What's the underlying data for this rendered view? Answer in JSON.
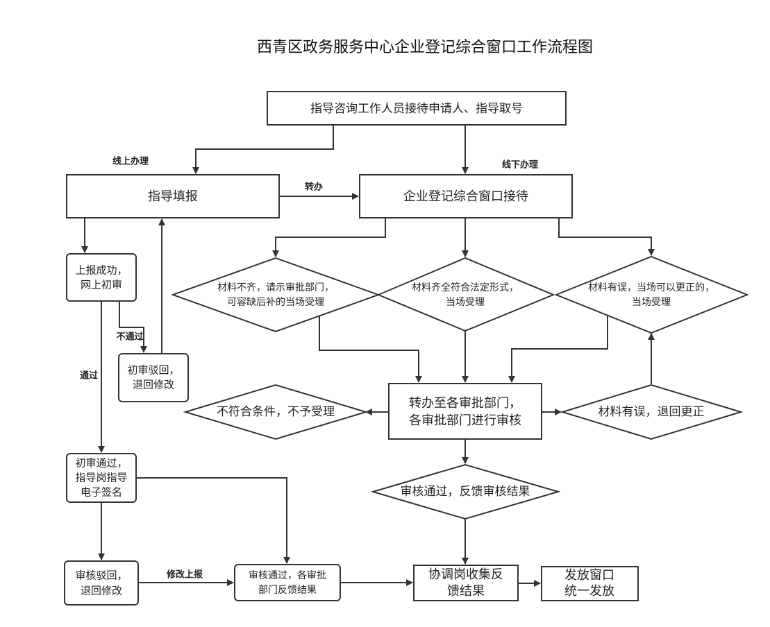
{
  "title": "西青区政务服务中心企业登记综合窗口工作流程图",
  "nodes": {
    "start": "指导咨询工作人员接待申请人、指导取号",
    "fill": "指导填报",
    "reception": "企业登记综合窗口接待",
    "online_ok": [
      "上报成功，",
      "网上初审"
    ],
    "reject1": [
      "初审驳回，",
      "退回修改"
    ],
    "d_missing": [
      "材料不齐，请示审批部门，",
      "可容缺后补的当场受理"
    ],
    "d_complete": [
      "材料齐全符合法定形式，",
      "当场受理"
    ],
    "d_error": [
      "材料有误，当场可以更正的，",
      "当场受理"
    ],
    "transfer": [
      "转办至各审批部门，",
      "各审批部门进行审核"
    ],
    "d_notqual": "不符合条件，不予受理",
    "d_return": "材料有误，退回更正",
    "d_pass": "审核通过，反馈审核结果",
    "initial_pass": [
      "初审通过，",
      "指导岗指导",
      "电子签名"
    ],
    "reject2": [
      "审核驳回，",
      "退回修改"
    ],
    "review_ok": [
      "审核通过，各审批",
      "部门反馈结果"
    ],
    "collect": [
      "协调岗收集反",
      "馈结果"
    ],
    "issue": [
      "发放窗口",
      "统一发放"
    ]
  },
  "labels": {
    "online": "线上办理",
    "offline": "线下办理",
    "transfer": "转办",
    "fail": "不通过",
    "pass": "通过",
    "resubmit": "修改上报"
  }
}
